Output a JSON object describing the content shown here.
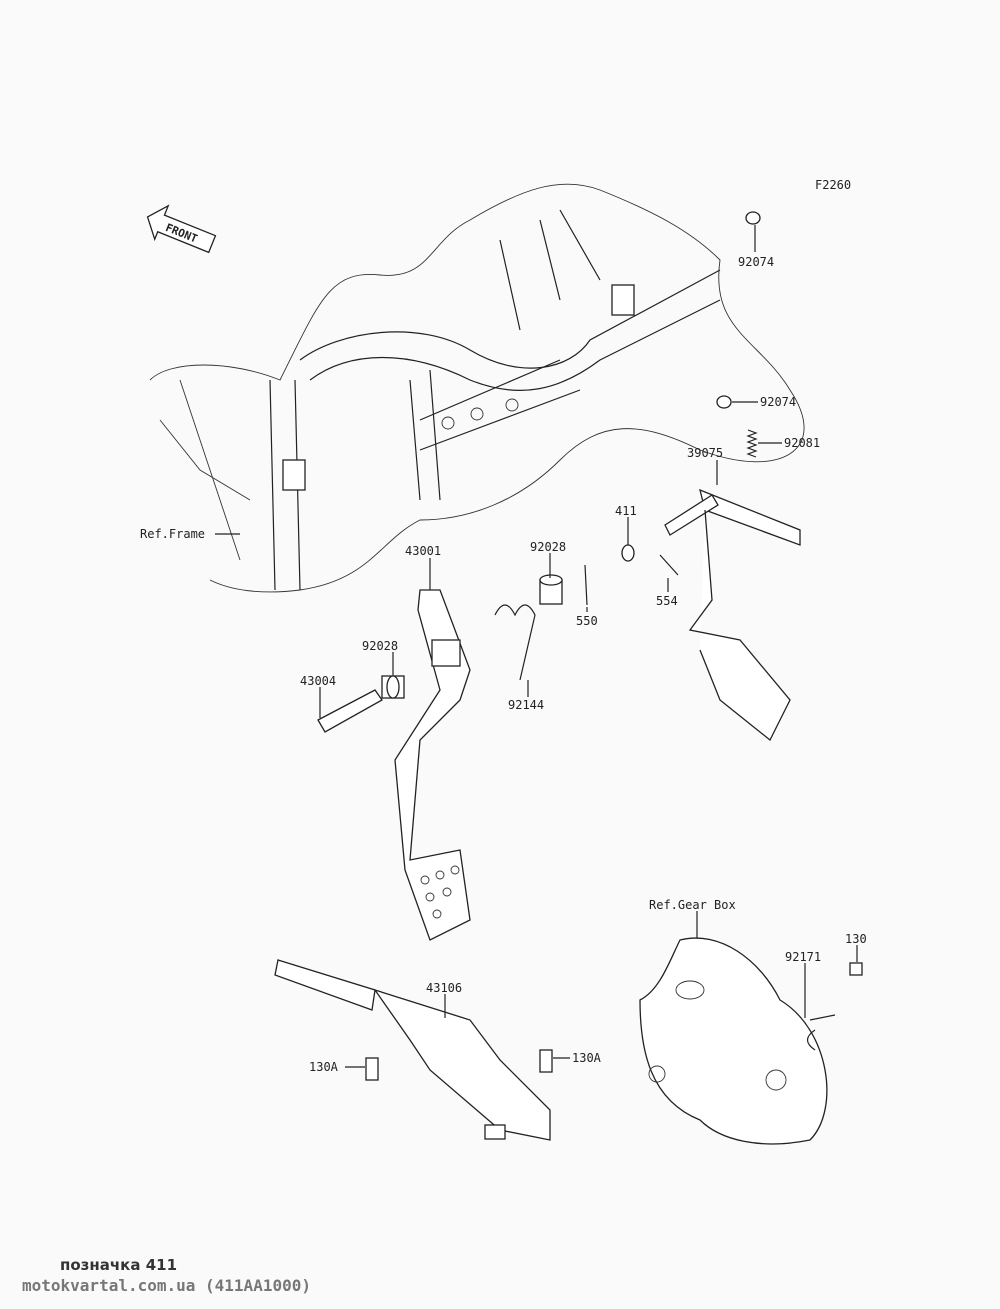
{
  "diagram_code": "F2260",
  "front_arrow": "FRONT",
  "labels": {
    "p92074a": "92074",
    "p92074b": "92074",
    "p92081": "92081",
    "p39075": "39075",
    "p411": "411",
    "p554": "554",
    "p550": "550",
    "p92028a": "92028",
    "p43001": "43001",
    "p92028b": "92028",
    "p43004": "43004",
    "p92144": "92144",
    "ref_frame": "Ref.Frame",
    "ref_gearbox": "Ref.Gear Box",
    "p130": "130",
    "p92171": "92171",
    "p43106": "43106",
    "p130a_left": "130A",
    "p130a_right": "130A"
  },
  "footer": {
    "caption": "позначка 411",
    "source": "motokvartal.com.ua (411AA1000)"
  }
}
